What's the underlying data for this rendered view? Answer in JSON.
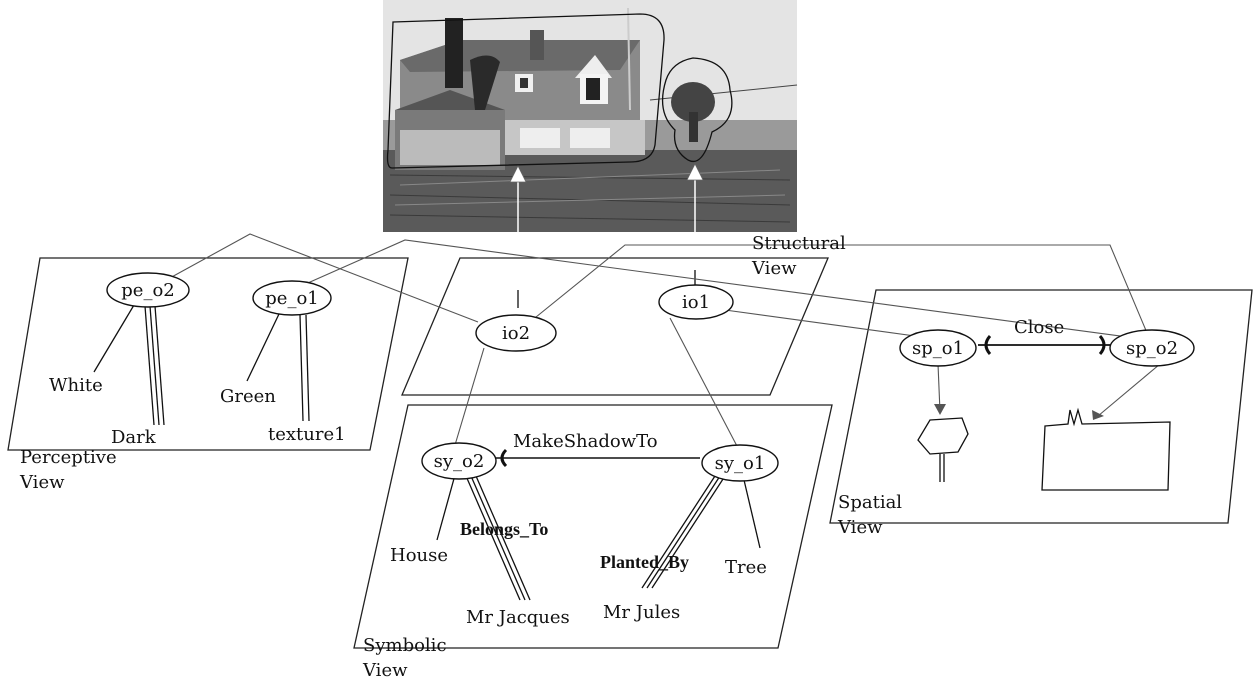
{
  "views": {
    "structural": {
      "label_line1": "Structural",
      "label_line2": "View"
    },
    "perceptive": {
      "label_line1": "Perceptive",
      "label_line2": "View"
    },
    "symbolic": {
      "label_line1": "Symbolic",
      "label_line2": "View"
    },
    "spatial": {
      "label_line1": "Spatial",
      "label_line2": "View"
    }
  },
  "nodes": {
    "pe_o2": "pe_o2",
    "pe_o1": "pe_o1",
    "io2": "io2",
    "io1": "io1",
    "sp_o1": "sp_o1",
    "sp_o2": "sp_o2",
    "sy_o2": "sy_o2",
    "sy_o1": "sy_o1"
  },
  "labels": {
    "white": "White",
    "dark": "Dark",
    "green": "Green",
    "texture1": "texture1",
    "close": "Close",
    "make_shadow_to": "MakeShadowTo",
    "belongs_to": "Belongs_To",
    "planted_by": "Planted_By",
    "house": "House",
    "tree": "Tree",
    "mr_jacques": "Mr Jacques",
    "mr_jules": "Mr Jules"
  },
  "colors": {
    "photo_sky": "#e8e8e8",
    "photo_ground": "#4a4a4a"
  }
}
